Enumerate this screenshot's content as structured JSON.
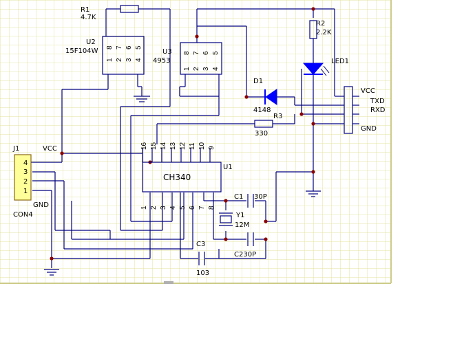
{
  "components": {
    "r1": {
      "ref": "R1",
      "value": "4.7K"
    },
    "u2": {
      "ref": "U2",
      "value": "15F104W",
      "top_pins": [
        "8",
        "7",
        "6",
        "5"
      ],
      "bottom_pins": [
        "1",
        "2",
        "3",
        "4"
      ]
    },
    "u3": {
      "ref": "U3",
      "value": "4953",
      "top_pins": [
        "8",
        "7",
        "6",
        "5"
      ],
      "bottom_pins": [
        "1",
        "2",
        "3",
        "4"
      ]
    },
    "r2": {
      "ref": "R2",
      "value": "2.2K"
    },
    "led1": {
      "ref": "LED1"
    },
    "d1": {
      "ref": "D1",
      "value": "4148"
    },
    "r3": {
      "ref": "R3",
      "value": "330"
    },
    "u1": {
      "ref": "U1",
      "value": "CH340",
      "top_pins": [
        "16",
        "15",
        "14",
        "13",
        "12",
        "11",
        "10",
        "9"
      ],
      "bottom_pins": [
        "1",
        "2",
        "3",
        "4",
        "5",
        "6",
        "7",
        "8"
      ]
    },
    "c1": {
      "ref": "C1",
      "value": "30P"
    },
    "y1": {
      "ref": "Y1",
      "value": "12M"
    },
    "c2": {
      "label": "C230P"
    },
    "c3": {
      "ref": "C3",
      "value": "103"
    },
    "j1": {
      "ref": "J1",
      "value": "CON4",
      "pins": [
        "4",
        "3",
        "2",
        "1"
      ],
      "vcc": "VCC",
      "gnd": "GND"
    },
    "conn_right": {
      "signals": [
        "VCC",
        "TXD",
        "RXD",
        "GND"
      ]
    }
  },
  "colors": {
    "wire": "#000080",
    "junction": "#8b0000",
    "diode": "#0000ff",
    "grid": "#e3e3a0"
  }
}
